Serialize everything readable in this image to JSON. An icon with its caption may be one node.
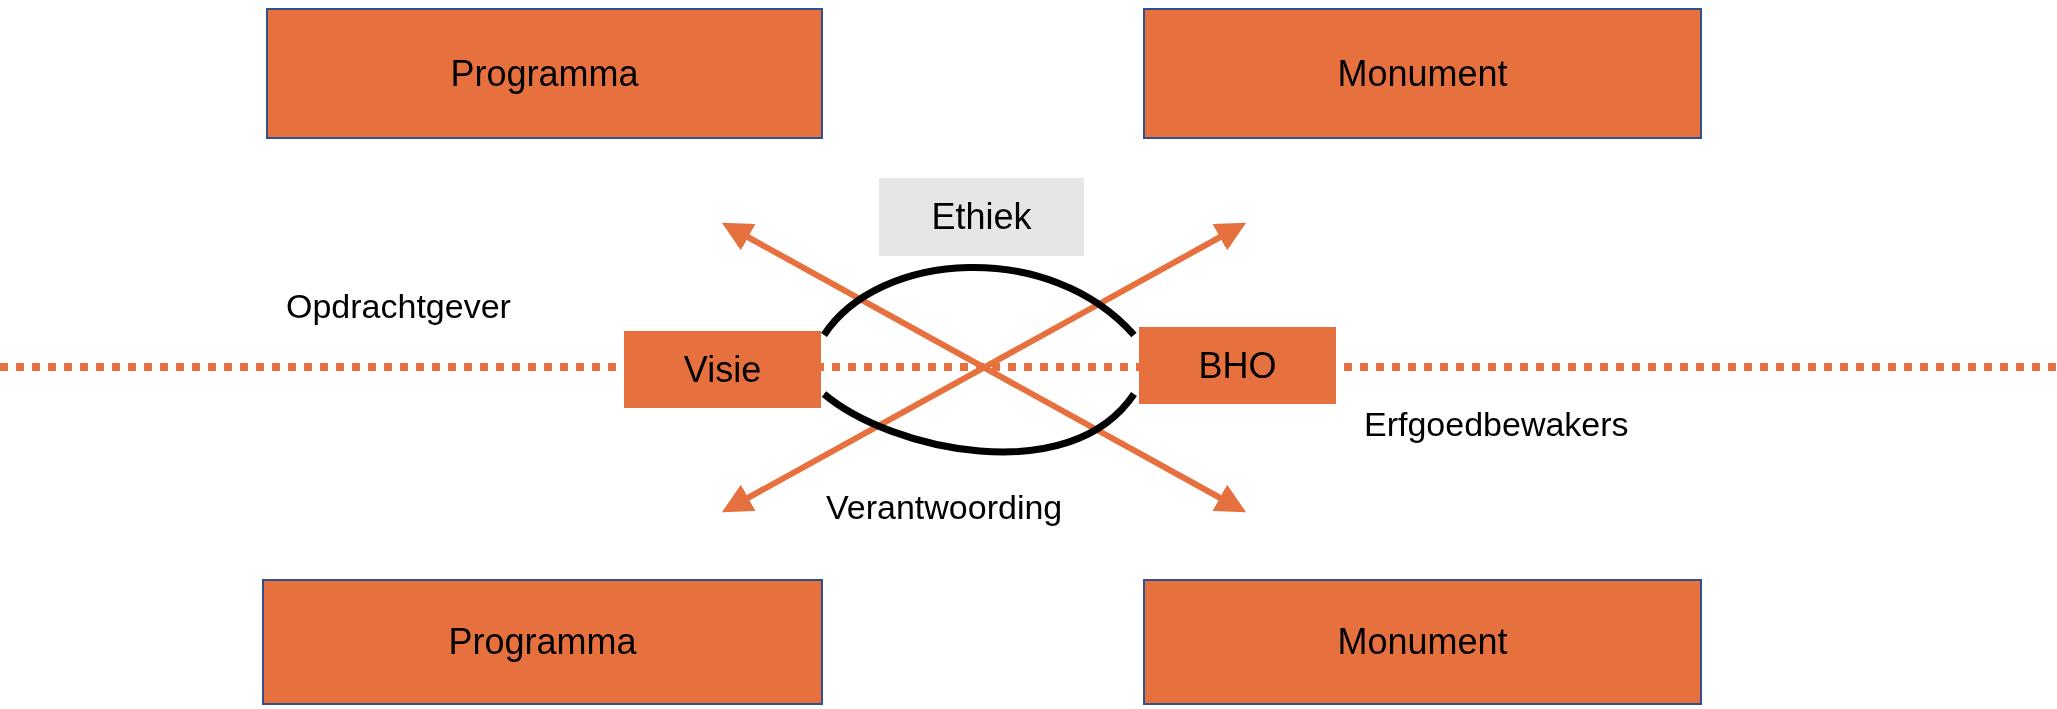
{
  "diagram": {
    "nodes": [
      {
        "text": [
          "Programma"
        ]
      },
      {
        "text": [
          "Monument"
        ]
      },
      {
        "text": [
          "Ethiek"
        ]
      },
      {
        "text": [
          "Visie"
        ]
      },
      {
        "text": [
          "BHO"
        ]
      },
      {
        "text": [
          "Programma"
        ]
      },
      {
        "text": [
          "Monument"
        ]
      }
    ],
    "edges": [
      {
        "from": 3,
        "to": 4,
        "arrow": "none"
      },
      {
        "from": 3,
        "to": 4,
        "arrow": "none"
      }
    ],
    "labels": [
      "Opdrachtgever",
      "Erfgoedbewakers",
      "Verantwoording"
    ]
  }
}
